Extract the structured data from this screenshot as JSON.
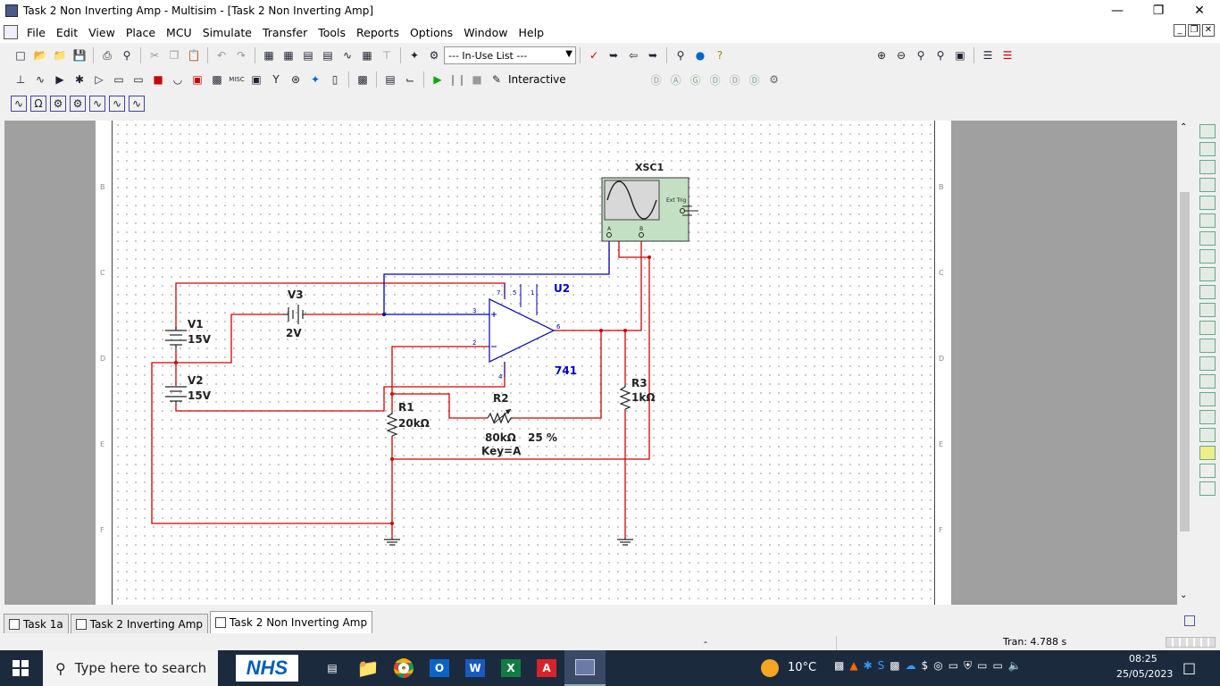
{
  "window": {
    "title": "Task 2 Non Inverting Amp - Multisim - [Task 2 Non Inverting Amp]"
  },
  "menu": [
    "File",
    "Edit",
    "View",
    "Place",
    "MCU",
    "Simulate",
    "Transfer",
    "Tools",
    "Reports",
    "Options",
    "Window",
    "Help"
  ],
  "toolbar": {
    "in_use_list": "--- In-Use List ---",
    "interactive_label": "Interactive"
  },
  "schematic": {
    "row_labels": [
      "B",
      "C",
      "D",
      "E",
      "F"
    ],
    "scope": {
      "ref": "XSC1",
      "ext_trig": "Ext Trig",
      "ch_a": "A",
      "ch_b": "B"
    },
    "opamp": {
      "ref": "U2",
      "model": "741",
      "pins": {
        "inv": "2",
        "noninv": "3",
        "out": "6",
        "vplus": "7",
        "vminus": "4",
        "p1": "1",
        "p5": "5"
      }
    },
    "v1": {
      "ref": "V1",
      "value": "15V"
    },
    "v2": {
      "ref": "V2",
      "value": "15V"
    },
    "v3": {
      "ref": "V3",
      "value": "2V"
    },
    "r1": {
      "ref": "R1",
      "value": "20kΩ"
    },
    "r2": {
      "ref": "R2",
      "value": "80kΩ",
      "percent": "25 %",
      "key": "Key=A"
    },
    "r3": {
      "ref": "R3",
      "value": "1kΩ"
    }
  },
  "tabs": [
    "Task 1a",
    "Task 2 Inverting Amp",
    "Task 2 Non Inverting Amp"
  ],
  "active_tab": "Task 2 Non Inverting Amp",
  "status": {
    "middle": "-",
    "tran": "Tran: 4.788 s"
  },
  "taskbar": {
    "search_placeholder": "Type here to search",
    "nhs": "NHS",
    "weather": "10°C",
    "time": "08:25",
    "date": "25/05/2023"
  },
  "colors": {
    "wire_red": "#d00000",
    "wire_blue": "#0000b0",
    "part_blue": "#0000c8"
  }
}
